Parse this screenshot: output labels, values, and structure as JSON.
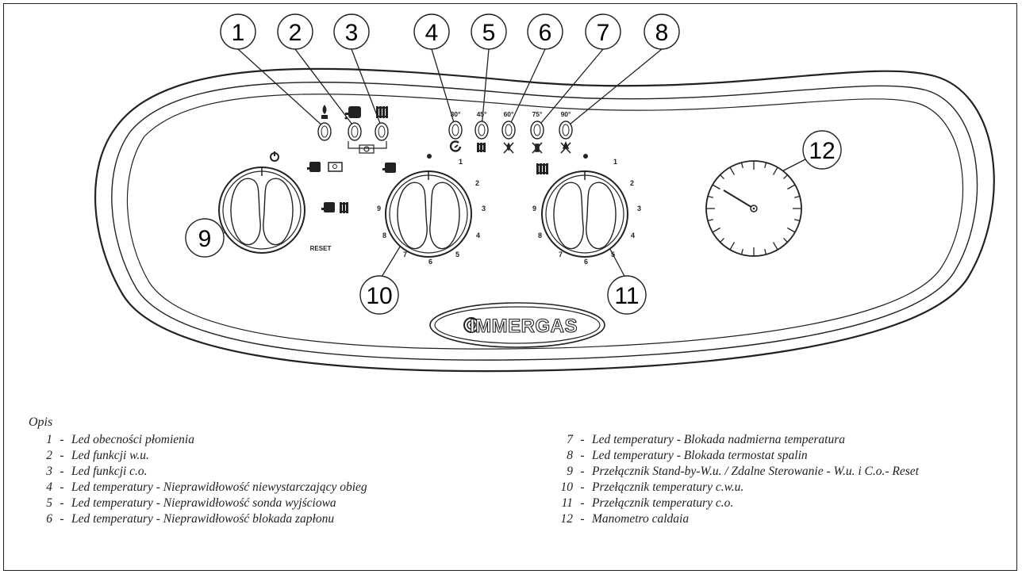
{
  "callouts": [
    "1",
    "2",
    "3",
    "4",
    "5",
    "6",
    "7",
    "8",
    "9",
    "10",
    "11",
    "12"
  ],
  "panel": {
    "reset_label": "RESET",
    "temps": [
      "30°",
      "45°",
      "60°",
      "75°",
      "90°"
    ],
    "dhw_dial_numbers": [
      "1",
      "2",
      "3",
      "4",
      "5",
      "6",
      "7",
      "8",
      "9"
    ],
    "ch_dial_numbers": [
      "1",
      "2",
      "3",
      "4",
      "5",
      "6",
      "7",
      "8",
      "9"
    ],
    "brand": "IMMERGAS"
  },
  "legend": {
    "title": "Opis",
    "items": [
      {
        "num": "1",
        "text": "Led obecności płomienia"
      },
      {
        "num": "2",
        "text": "Led funkcji w.u."
      },
      {
        "num": "3",
        "text": "Led funkcji c.o."
      },
      {
        "num": "4",
        "text": "Led temperatury - Nieprawidłowość niewystarczający obieg"
      },
      {
        "num": "5",
        "text": "Led temperatury - Nieprawidłowość sonda wyjściowa"
      },
      {
        "num": "6",
        "text": "Led temperatury - Nieprawidłowość blokada zapłonu"
      },
      {
        "num": "7",
        "text": "Led temperatury - Blokada nadmierna temperatura"
      },
      {
        "num": "8",
        "text": "Led temperatury - Blokada termostat spalin"
      },
      {
        "num": "9",
        "text": "Przełącznik Stand-by-W.u. / Zdalne Sterowanie - W.u. i C.o.- Reset"
      },
      {
        "num": "10",
        "text": "Przełącznik temperatury c.w.u."
      },
      {
        "num": "11",
        "text": "Przełącznik temperatury c.o."
      },
      {
        "num": "12",
        "text": "Manometro caldaia"
      }
    ]
  }
}
